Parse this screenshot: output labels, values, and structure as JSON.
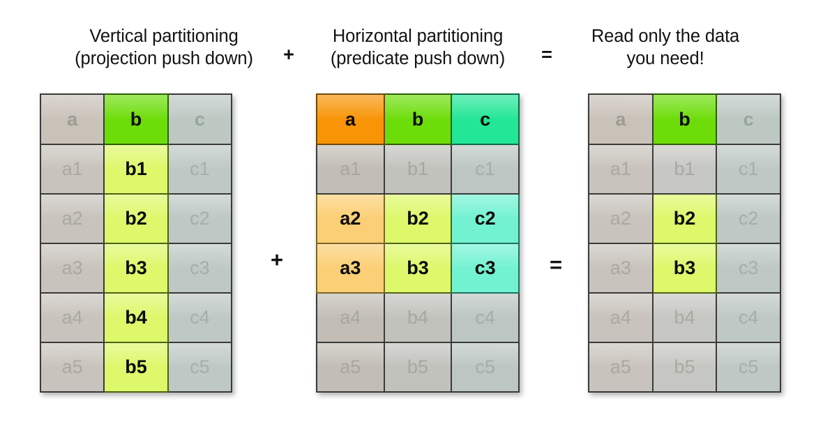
{
  "headings": [
    {
      "text": "Vertical partitioning\n(projection push down)"
    },
    {
      "op": "+"
    },
    {
      "text": "Horizontal partitioning\n(predicate push down)"
    },
    {
      "op": "="
    },
    {
      "text": "Read only the data\nyou need!"
    }
  ],
  "operators": {
    "between_1_2": "+",
    "between_2_3": "="
  },
  "columns": [
    "a",
    "b",
    "c"
  ],
  "tables": [
    {
      "name": "vertical-partitioning-table",
      "header": [
        {
          "text": "a",
          "state": "dim"
        },
        {
          "text": "b",
          "state": "active"
        },
        {
          "text": "c",
          "state": "dim"
        }
      ],
      "rows": [
        [
          {
            "text": "a1",
            "state": "dim"
          },
          {
            "text": "b1",
            "state": "active"
          },
          {
            "text": "c1",
            "state": "dim"
          }
        ],
        [
          {
            "text": "a2",
            "state": "dim"
          },
          {
            "text": "b2",
            "state": "active"
          },
          {
            "text": "c2",
            "state": "dim"
          }
        ],
        [
          {
            "text": "a3",
            "state": "dim"
          },
          {
            "text": "b3",
            "state": "active"
          },
          {
            "text": "c3",
            "state": "dim"
          }
        ],
        [
          {
            "text": "a4",
            "state": "dim"
          },
          {
            "text": "b4",
            "state": "active"
          },
          {
            "text": "c4",
            "state": "dim"
          }
        ],
        [
          {
            "text": "a5",
            "state": "dim"
          },
          {
            "text": "b5",
            "state": "active"
          },
          {
            "text": "c5",
            "state": "dim"
          }
        ]
      ]
    },
    {
      "name": "horizontal-partitioning-table",
      "header": [
        {
          "text": "a",
          "state": "active"
        },
        {
          "text": "b",
          "state": "active"
        },
        {
          "text": "c",
          "state": "active"
        }
      ],
      "rows": [
        [
          {
            "text": "a1",
            "state": "dim"
          },
          {
            "text": "b1",
            "state": "dim"
          },
          {
            "text": "c1",
            "state": "dim"
          }
        ],
        [
          {
            "text": "a2",
            "state": "active"
          },
          {
            "text": "b2",
            "state": "active"
          },
          {
            "text": "c2",
            "state": "active"
          }
        ],
        [
          {
            "text": "a3",
            "state": "active"
          },
          {
            "text": "b3",
            "state": "active"
          },
          {
            "text": "c3",
            "state": "active"
          }
        ],
        [
          {
            "text": "a4",
            "state": "dim"
          },
          {
            "text": "b4",
            "state": "dim"
          },
          {
            "text": "c4",
            "state": "dim"
          }
        ],
        [
          {
            "text": "a5",
            "state": "dim"
          },
          {
            "text": "b5",
            "state": "dim"
          },
          {
            "text": "c5",
            "state": "dim"
          }
        ]
      ]
    },
    {
      "name": "result-table",
      "header": [
        {
          "text": "a",
          "state": "dim"
        },
        {
          "text": "b",
          "state": "active"
        },
        {
          "text": "c",
          "state": "dim"
        }
      ],
      "rows": [
        [
          {
            "text": "a1",
            "state": "dim"
          },
          {
            "text": "b1",
            "state": "dim"
          },
          {
            "text": "c1",
            "state": "dim"
          }
        ],
        [
          {
            "text": "a2",
            "state": "dim"
          },
          {
            "text": "b2",
            "state": "active"
          },
          {
            "text": "c2",
            "state": "dim"
          }
        ],
        [
          {
            "text": "a3",
            "state": "dim"
          },
          {
            "text": "b3",
            "state": "active"
          },
          {
            "text": "c3",
            "state": "dim"
          }
        ],
        [
          {
            "text": "a4",
            "state": "dim"
          },
          {
            "text": "b4",
            "state": "dim"
          },
          {
            "text": "c4",
            "state": "dim"
          }
        ],
        [
          {
            "text": "a5",
            "state": "dim"
          },
          {
            "text": "b5",
            "state": "dim"
          },
          {
            "text": "c5",
            "state": "dim"
          }
        ]
      ]
    }
  ],
  "colors": {
    "header_a_active": "#f89406",
    "header_b_active": "#6ddd09",
    "header_c_active": "#23e697",
    "cell_a_active": "#fbcf75",
    "cell_b_active": "#ddf86a",
    "cell_c_active": "#73f2d2",
    "cell_dim": "#c3c3be",
    "border": "#3a3a38",
    "text": "#0a0a0a",
    "text_dim": "#a7a7a1"
  }
}
